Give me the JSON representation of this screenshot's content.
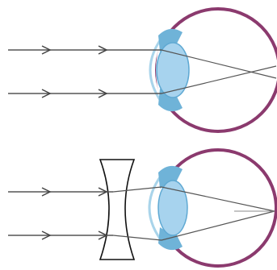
{
  "colors": {
    "background": "#ffffff",
    "ray": "#555555",
    "arrow": "#444444",
    "sclera": "#8b3a6e",
    "iris": "#6fb3d8",
    "cornea": "#a9d4ea",
    "lens": "#a7d3ee",
    "lens_outline": "#5fa9d3",
    "concave_lens_outline": "#111111"
  },
  "panels": [
    {
      "name": "myopic-eye",
      "focus": "in-front-of-retina",
      "rays": 2,
      "corrective_lens": false
    },
    {
      "name": "corrected-eye",
      "focus": "on-retina",
      "rays": 2,
      "corrective_lens": "concave"
    }
  ]
}
